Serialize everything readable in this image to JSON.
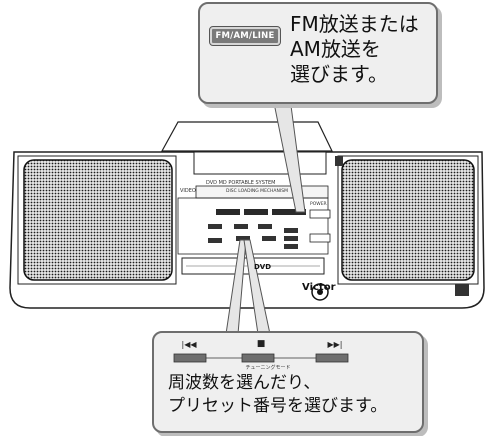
{
  "top_callout": {
    "button_label": "FM/AM/LINE",
    "text": "FM放送または\nAM放送を\n選びます。"
  },
  "bottom_callout": {
    "prev_symbol": "|◀◀",
    "stop_symbol": "■",
    "next_symbol": "▶▶|",
    "mode_label": "チューニングモード",
    "text": "周波数を選んだり、\nプリセット番号を選びます。"
  },
  "device": {
    "top_label": "DVD MD PORTABLE SYSTEM",
    "slot_label": "DISC LOADING MECHANISM",
    "brand": "Victor",
    "dvd_logo": "DVD",
    "left_label": "VIDEO",
    "power_label": "POWER"
  }
}
